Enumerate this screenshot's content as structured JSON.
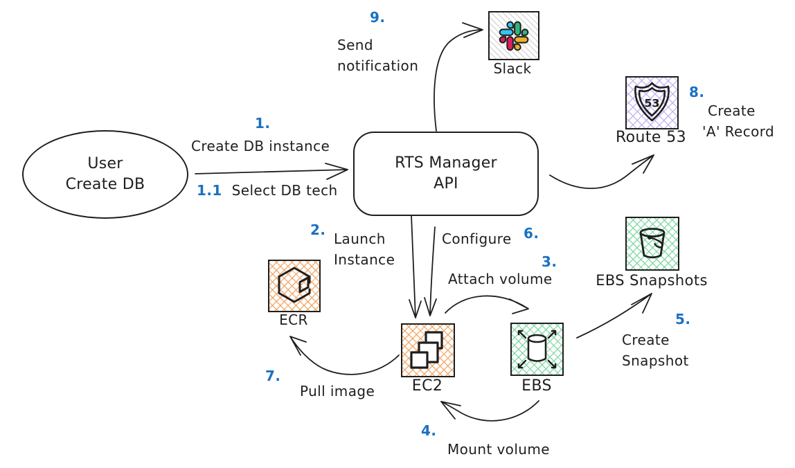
{
  "nodes": {
    "user": {
      "line1": "User",
      "line2": "Create DB"
    },
    "rts_manager": {
      "line1": "RTS Manager",
      "line2": "API"
    },
    "slack": {
      "label": "Slack"
    },
    "route53": {
      "label": "Route 53",
      "shield_number": "53"
    },
    "ebs_snapshots": {
      "label": "EBS Snapshots"
    },
    "ecr": {
      "label": "ECR"
    },
    "ec2": {
      "label": "EC2"
    },
    "ebs": {
      "label": "EBS"
    }
  },
  "steps": {
    "create_db_instance": {
      "num": "1.",
      "label": "Create DB instance"
    },
    "select_db_tech": {
      "num": "1.1",
      "label": "Select DB tech"
    },
    "launch_instance": {
      "num": "2.",
      "line1": "Launch",
      "line2": "Instance"
    },
    "attach_volume": {
      "num": "3.",
      "label": "Attach volume"
    },
    "mount_volume": {
      "num": "4.",
      "label": "Mount volume"
    },
    "create_snapshot": {
      "num": "5.",
      "line1": "Create",
      "line2": "Snapshot"
    },
    "configure": {
      "num": "6.",
      "label": "Configure"
    },
    "pull_image": {
      "num": "7.",
      "label": "Pull image"
    },
    "create_a_record": {
      "num": "8.",
      "line1": "Create",
      "line2": "'A' Record"
    },
    "send_notification": {
      "num": "9.",
      "line1": "Send",
      "line2": "notification"
    }
  },
  "colors": {
    "stroke": "#1e1e1e",
    "step_number_blue": "#1971c2",
    "orange_hatch": "#f0a05c",
    "green_hatch": "#7ed6a0",
    "purple_hatch": "#c1b1f0",
    "gray_hatch": "#cdcdcd",
    "slack_blue": "#36C5F0",
    "slack_green": "#2EB67D",
    "slack_red": "#E01E5A",
    "slack_yellow": "#ECB22E"
  }
}
